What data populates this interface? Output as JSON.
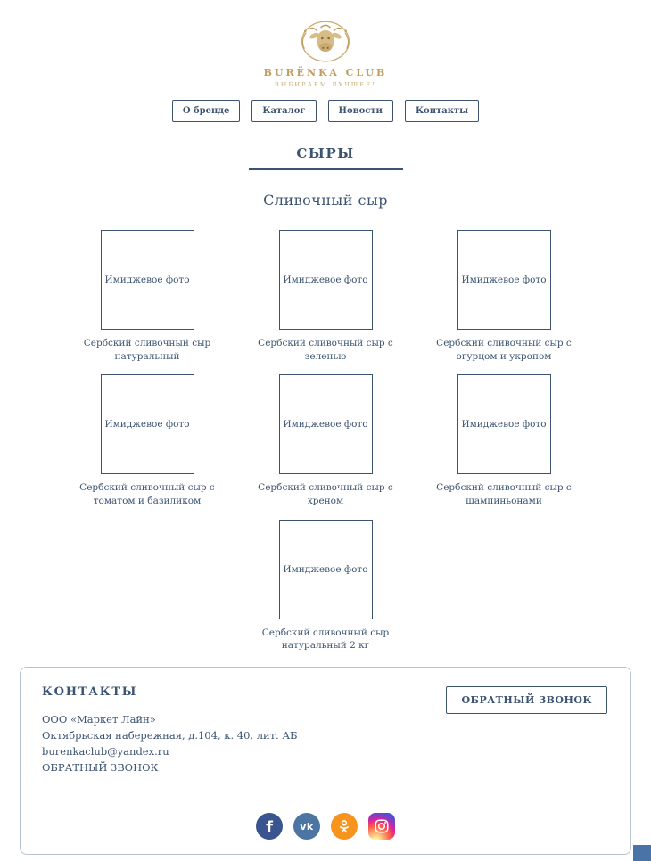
{
  "brand": {
    "name": "BURËNKA CLUB",
    "tagline": "ВЫБИРАЕМ ЛУЧШЕЕ!"
  },
  "nav": {
    "items": [
      {
        "label": "О бренде"
      },
      {
        "label": "Каталог"
      },
      {
        "label": "Новости"
      },
      {
        "label": "Контакты"
      }
    ]
  },
  "page": {
    "title": "СЫРЫ",
    "section_title": "Сливочный сыр"
  },
  "products": {
    "placeholder": "Имиджевое фото",
    "items": [
      {
        "name": "Сербский сливочный сыр натуральный"
      },
      {
        "name": "Сербский сливочный сыр с зеленью"
      },
      {
        "name": "Сербский сливочный сыр с огурцом и укропом"
      },
      {
        "name": "Сербский сливочный сыр с томатом и базиликом"
      },
      {
        "name": "Сербский сливочный сыр с хреном"
      },
      {
        "name": "Сербский сливочный сыр с шампиньонами"
      },
      {
        "name": "Сербский сливочный сыр натуральный 2 кг"
      }
    ]
  },
  "footer": {
    "title": "КОНТАКТЫ",
    "company": "ООО «Маркет Лайн»",
    "address": "Октябрьская набережная, д.104, к. 40, лит. АБ",
    "email": "burenkaclub@yandex.ru",
    "callback_link": "ОБРАТНЫЙ ЗВОНОК",
    "callback_button": "ОБРАТНЫЙ ЗВОНОК",
    "social": [
      {
        "name": "facebook",
        "glyph": "f",
        "color": "#39548e"
      },
      {
        "name": "vk",
        "glyph": "vk",
        "color": "#4c75a3"
      },
      {
        "name": "odnoklassniki",
        "color": "#f7941d"
      },
      {
        "name": "instagram",
        "color": "gradient"
      }
    ]
  },
  "colors": {
    "primary": "#3c5472",
    "gold": "#bf9d5e",
    "footer_border": "#b7c3d1",
    "scroll_button": "#4a74a8"
  }
}
